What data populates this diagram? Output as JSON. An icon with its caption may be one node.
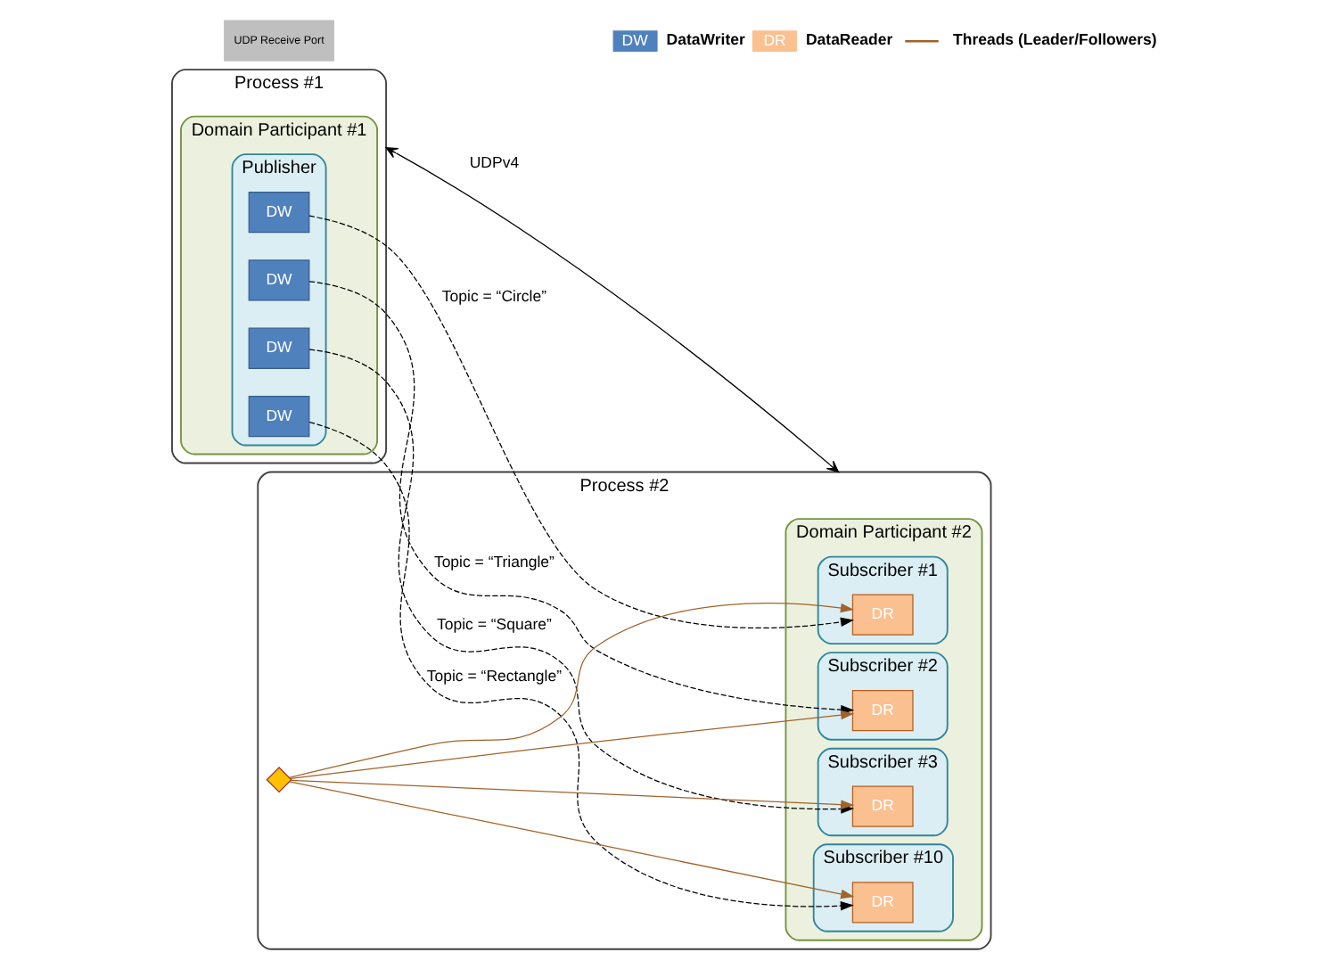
{
  "diagram": {
    "nodes": [
      {
        "text": [
          "Process #1"
        ]
      },
      {
        "text": [
          "Domain Participant #1"
        ],
        "in": 0
      },
      {
        "text": [
          "Publisher"
        ],
        "in": 1
      },
      {
        "text": [
          "DW"
        ],
        "in": 2
      },
      {
        "text": [
          "DW"
        ],
        "in": 2
      },
      {
        "text": [
          "DW"
        ],
        "in": 2
      },
      {
        "text": [
          "DW"
        ],
        "in": 2
      },
      {
        "text": [
          "Process #2"
        ]
      },
      {
        "text": [
          "Domain Participant #2"
        ],
        "in": 7
      },
      {
        "text": [
          "Subscriber #1"
        ],
        "in": 8
      },
      {
        "text": [
          "DR"
        ],
        "in": 9
      },
      {
        "text": [
          "Subscriber #2"
        ],
        "in": 8
      },
      {
        "text": [
          "DR"
        ],
        "in": 11
      },
      {
        "text": [
          "Subscriber #3"
        ],
        "in": 8
      },
      {
        "text": [
          "DR"
        ],
        "in": 13
      },
      {
        "text": [
          "Subscriber #10"
        ],
        "in": 8
      },
      {
        "text": [
          "DR"
        ],
        "in": 15
      },
      {
        "text": [],
        "shape": "diamond",
        "in": 7
      },
      {
        "text": [
          "UDP Receive Port"
        ]
      }
    ],
    "edges": [
      {
        "from": 0,
        "to": 7,
        "arrow": "both",
        "label": "UDPv4"
      },
      {
        "from": 3,
        "to": 10,
        "arrow": "to",
        "style": "dashed",
        "label": "Topic = “Circle”"
      },
      {
        "from": 4,
        "to": 12,
        "arrow": "to",
        "style": "dashed",
        "label": "Topic = “Triangle”"
      },
      {
        "from": 5,
        "to": 14,
        "arrow": "to",
        "style": "dashed",
        "label": "Topic = “Square”"
      },
      {
        "from": 6,
        "to": 16,
        "arrow": "to",
        "style": "dashed",
        "label": "Topic = “Rectangle”"
      },
      {
        "from": 17,
        "to": 10,
        "arrow": "to",
        "color": "#a0632a"
      },
      {
        "from": 17,
        "to": 12,
        "arrow": "to",
        "color": "#a0632a"
      },
      {
        "from": 17,
        "to": 14,
        "arrow": "to",
        "color": "#a0632a"
      },
      {
        "from": 17,
        "to": 16,
        "arrow": "to",
        "color": "#a0632a"
      }
    ],
    "labels": [
      "DW",
      "DR"
    ],
    "legend": [
      {
        "text": "DataWriter",
        "color": "#4f81bd"
      },
      {
        "text": "DataReader",
        "color": "#fac090"
      },
      {
        "text": "Threads (Leader/Followers)"
      }
    ]
  }
}
